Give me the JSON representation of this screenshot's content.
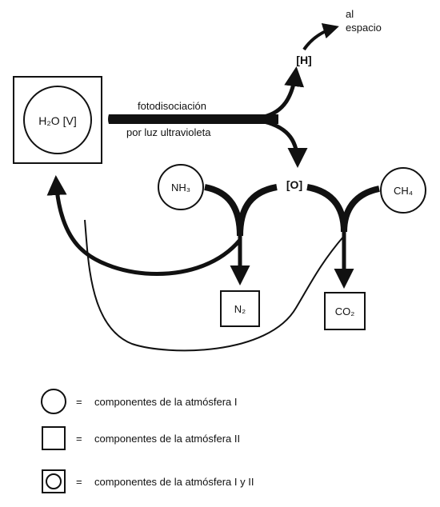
{
  "nodes": {
    "water": "H₂O [V]",
    "hydrogen": "[H]",
    "oxygen": "[O]",
    "ammonia": "NH₃",
    "methane": "CH₄",
    "nitrogen": "N₂",
    "carbon_dioxide": "CO₂"
  },
  "labels": {
    "process_line1": "fotodisociación",
    "process_line2": "por luz ultravioleta",
    "space_line1": "al",
    "space_line2": "espacio"
  },
  "legend": [
    {
      "symbol": "circle",
      "text": "componentes de la atmósfera I"
    },
    {
      "symbol": "square",
      "text": "componentes de la atmósfera II"
    },
    {
      "symbol": "square-with-circle",
      "text": "componentes de la atmósfera I y II"
    }
  ],
  "legend_equals": "="
}
